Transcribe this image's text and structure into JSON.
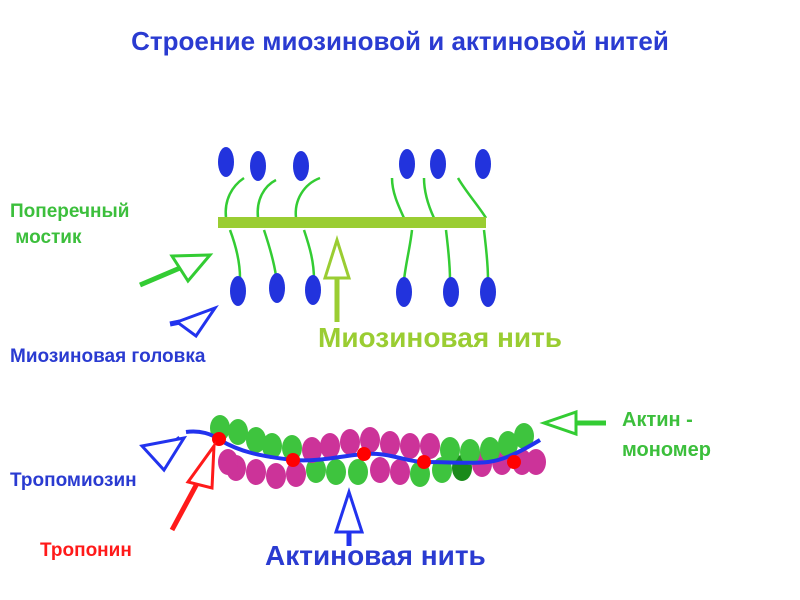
{
  "title": "Строение миозиновой и актиновой нитей",
  "labels": {
    "cross_bridge_line1": "Поперечный",
    "cross_bridge_line2": " мостик",
    "myosin_head": "Миозиновая головка",
    "myosin_filament": "Миозиновая нить",
    "actin_monomer_line1": "Актин -",
    "actin_monomer_line2": "мономер",
    "tropomyosin": "Тропомиозин",
    "troponin": "Тропонин",
    "actin_filament": "Актиновая нить"
  },
  "colors": {
    "title": "#2a3bd1",
    "green_label": "#3cbf3c",
    "blue_label": "#2a3bd1",
    "myosin_label": "#9acd32",
    "troponin_label": "#ff1a1a",
    "myosin_rod": "#9acd32",
    "myosin_head": "#2233dd",
    "cross_bridge": "#33cc33",
    "actin_green": "#3ec43e",
    "actin_magenta": "#cc3399",
    "actin_dark_green": "#1a8a1a",
    "tropomyosin": "#2233ee",
    "troponin": "#ff0000",
    "arrow_green": "#33cc33",
    "arrow_blue": "#2233ee",
    "arrow_red": "#ff1a1a",
    "arrow_yellowgreen": "#9acd32"
  }
}
